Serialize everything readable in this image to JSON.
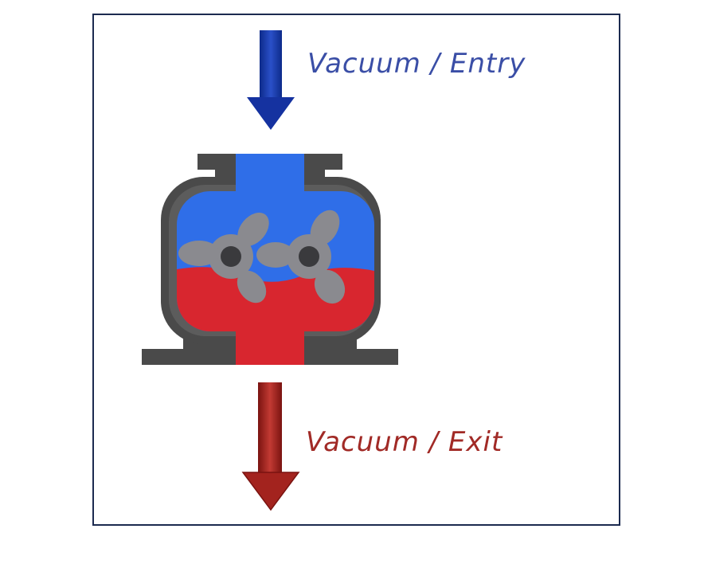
{
  "labels": {
    "entry": "Vacuum / Entry",
    "exit": "Vacuum / Exit"
  },
  "colors": {
    "frame": "#1c2a4f",
    "entry": "#1a3fb0",
    "exit": "#b02a25",
    "housing": "#4a4a4a",
    "rotor": "#8a8a8f",
    "vacuum_zone": "#2f6ee8",
    "pressure_zone": "#d8262f"
  },
  "icons": {
    "entry_arrow": "arrow-down-blue",
    "exit_arrow": "arrow-down-red",
    "pump": "twin-lobe-rotary-pump"
  }
}
